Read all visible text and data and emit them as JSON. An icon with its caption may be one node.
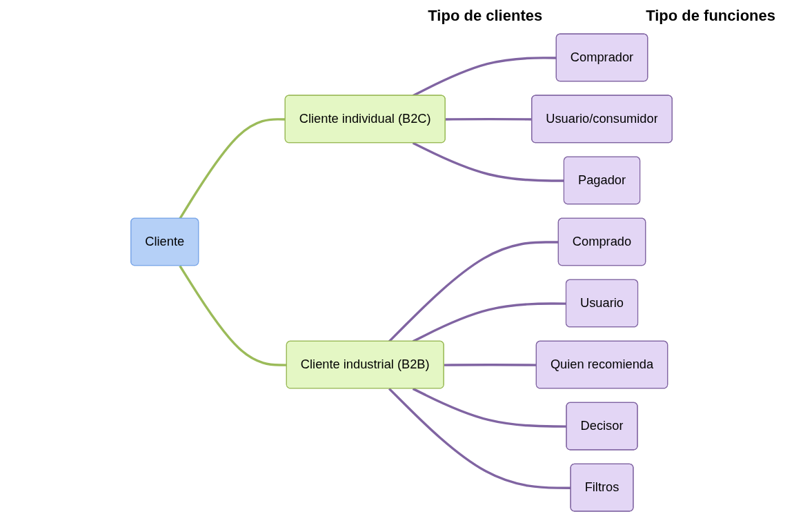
{
  "diagram": {
    "nodes": [
      {
        "text": [
          "Cliente"
        ]
      },
      {
        "text": [
          "Cliente individual (B2C)"
        ]
      },
      {
        "text": [
          "Cliente industrial (B2B)"
        ]
      },
      {
        "text": [
          "Comprador"
        ]
      },
      {
        "text": [
          "Usuario/consumidor"
        ]
      },
      {
        "text": [
          "Pagador"
        ]
      },
      {
        "text": [
          "Comprado"
        ]
      },
      {
        "text": [
          "Usuario"
        ]
      },
      {
        "text": [
          "Quien recomienda"
        ]
      },
      {
        "text": [
          "Decisor"
        ]
      },
      {
        "text": [
          "Filtros"
        ]
      }
    ],
    "edges": [
      {
        "from": 0,
        "to": 1,
        "arrow": "none",
        "color": "#9bbb59"
      },
      {
        "from": 0,
        "to": 2,
        "arrow": "none",
        "color": "#9bbb59"
      },
      {
        "from": 1,
        "to": 3,
        "arrow": "none"
      },
      {
        "from": 1,
        "to": 4,
        "arrow": "none"
      },
      {
        "from": 1,
        "to": 5,
        "arrow": "none"
      },
      {
        "from": 2,
        "to": 6,
        "arrow": "none"
      },
      {
        "from": 2,
        "to": 7,
        "arrow": "none"
      },
      {
        "from": 2,
        "to": 8,
        "arrow": "none"
      },
      {
        "from": 2,
        "to": 9,
        "arrow": "none"
      },
      {
        "from": 2,
        "to": 10,
        "arrow": "none"
      }
    ],
    "labels": [
      "Tipo de clientes",
      "Tipo de funciones"
    ]
  }
}
